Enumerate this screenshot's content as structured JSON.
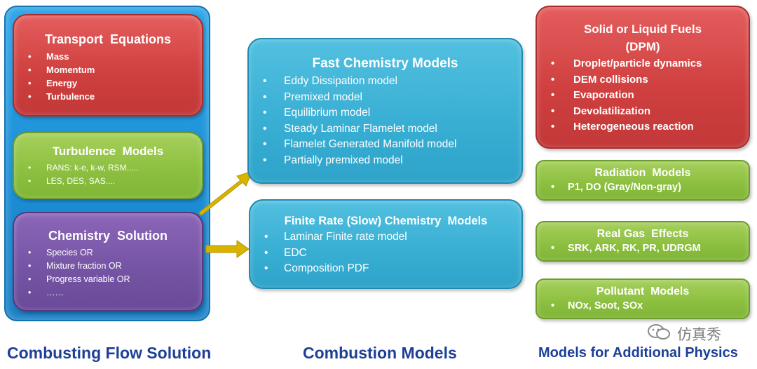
{
  "left_group": {
    "transport": {
      "title": "Transport  Equations",
      "items": [
        "Mass",
        "Momentum",
        "Energy",
        "Turbulence"
      ]
    },
    "turbulence": {
      "title": "Turbulence  Models",
      "items": [
        "RANS: k-e, k-w, RSM.....",
        "LES, DES, SAS...."
      ]
    },
    "chemistry": {
      "title": "Chemistry  Solution",
      "items": [
        "Species OR",
        "Mixture fraction OR",
        "Progress variable OR",
        "……"
      ]
    }
  },
  "middle_group": {
    "fast": {
      "title": "Fast Chemistry Models",
      "items": [
        "Eddy Dissipation model",
        "Premixed model",
        "Equilibrium model",
        "Steady Laminar Flamelet model",
        "Flamelet Generated Manifold model",
        "Partially premixed model"
      ]
    },
    "finite": {
      "title": "Finite Rate (Slow) Chemistry  Models",
      "items": [
        "Laminar Finite rate model",
        "EDC",
        "Composition PDF"
      ]
    }
  },
  "right_group": {
    "fuels": {
      "title_line1": "Solid or Liquid Fuels",
      "title_line2": "(DPM)",
      "items": [
        "Droplet/particle dynamics",
        "DEM collisions",
        "Evaporation",
        "Devolatilization",
        "Heterogeneous reaction"
      ]
    },
    "radiation": {
      "title": "Radiation  Models",
      "items": [
        "P1, DO (Gray/Non-gray)"
      ]
    },
    "realgas": {
      "title": "Real Gas  Effects",
      "items": [
        "SRK, ARK, RK, PR, UDRGM"
      ]
    },
    "pollutant": {
      "title": "Pollutant  Models",
      "items": [
        "NOx, Soot, SOx"
      ]
    }
  },
  "footer": {
    "left": "Combusting Flow Solution",
    "middle": "Combustion Models",
    "right": "Models for Additional Physics"
  },
  "watermark": {
    "text": "仿真秀"
  },
  "colors": {
    "container_blue": "#1b8fd6",
    "red": "#cf3f3f",
    "green": "#8cbf3f",
    "purple": "#7453a3",
    "cyan": "#38aed3",
    "arrow_gold": "#d8b400",
    "footer_text": "#1e3f97"
  }
}
